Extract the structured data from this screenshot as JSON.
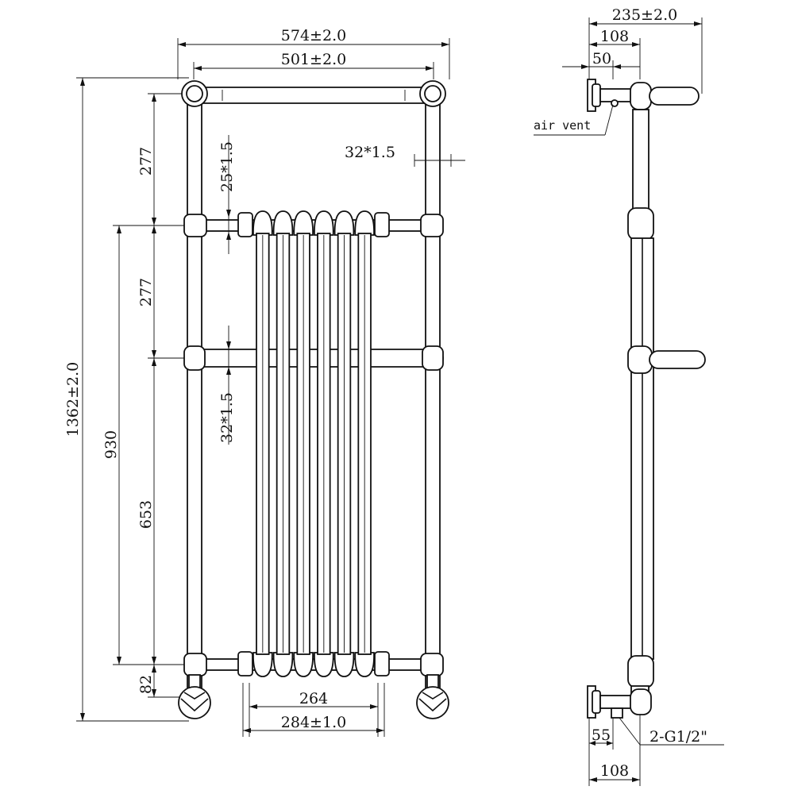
{
  "front_view": {
    "overall_width": "574±2.0",
    "rail_centers": "501±2.0",
    "rail_spacing_top": "277",
    "rail_spacing_mid": "277",
    "top_tube": "25*1.5",
    "rail_tube": "32*1.5",
    "side_tube": "32*1.5",
    "overall_height": "1362±2.0",
    "radiator_height": "930",
    "lower_span": "653",
    "foot_height": "82",
    "section_width": "264",
    "section_overall": "284±1.0"
  },
  "side_view": {
    "depth_overall": "235±2.0",
    "wall_to_center": "108",
    "vent_offset": "50",
    "air_vent_label": "air vent",
    "valve_offset": "55",
    "connection_label": "2-G1/2\"",
    "bottom_depth": "108"
  }
}
